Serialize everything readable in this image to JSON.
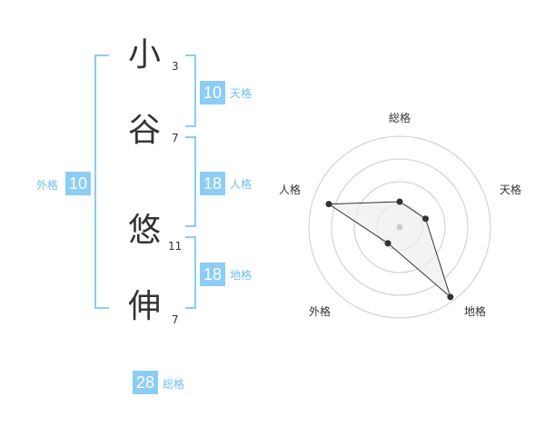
{
  "characters": [
    {
      "char": "小",
      "strokes": "3"
    },
    {
      "char": "谷",
      "strokes": "7"
    },
    {
      "char": "悠",
      "strokes": "11"
    },
    {
      "char": "伸",
      "strokes": "7"
    }
  ],
  "scores": {
    "tenkaku": {
      "value": "10",
      "label": "天格"
    },
    "jinkaku": {
      "value": "18",
      "label": "人格"
    },
    "chikaku": {
      "value": "18",
      "label": "地格"
    },
    "gaikaku": {
      "value": "10",
      "label": "外格"
    },
    "soukaku": {
      "value": "28",
      "label": "総格"
    }
  },
  "chart_data": {
    "type": "radar",
    "axes": [
      "総格",
      "天格",
      "地格",
      "外格",
      "人格"
    ],
    "values": [
      0.28,
      0.3,
      0.95,
      0.22,
      0.82
    ],
    "range": [
      0,
      1
    ],
    "rings": 4,
    "colors": {
      "ring": "#cccccc",
      "fill": "#eeeeee",
      "line": "#333333",
      "point": "#333333",
      "center": "#cccccc"
    }
  }
}
